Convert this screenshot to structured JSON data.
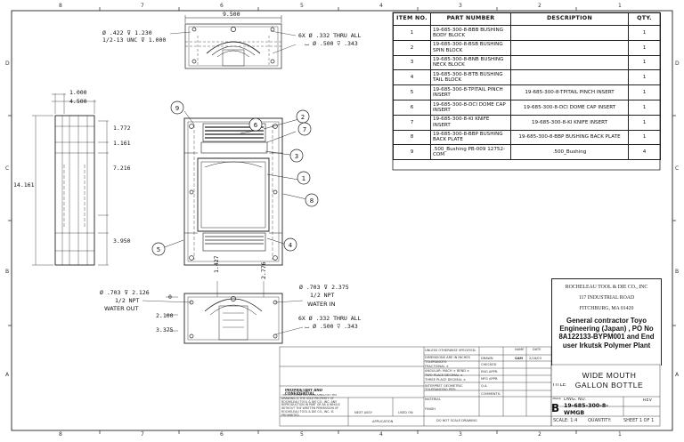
{
  "zones": {
    "top": [
      "8",
      "7",
      "6",
      "5",
      "4",
      "3",
      "2",
      "1"
    ],
    "side": [
      "D",
      "C",
      "B",
      "A"
    ]
  },
  "dims": {
    "top_width": "9.500",
    "hole_dia": "Ø .422 ⊽ 1.230",
    "hole_thread": "1/2-13 UNC ⊽ 1.000",
    "cbore_top": "6X Ø .332 THRU ALL",
    "cbore_top_spec": "⌴ Ø .500 ⊽ .343",
    "side_1000": "1.000",
    "side_4500": "4.500",
    "d1772": "1.772",
    "d1161": "1.161",
    "d7216": "7.216",
    "d14161": "14.161",
    "d3950": "3.950",
    "d1427": "1.427",
    "d2776": "2.776",
    "water_out_dia": "Ø .703 ⊽ 2.126",
    "water_out_npt": "1/2 NPT",
    "water_out": "WATER OUT",
    "d0": "0",
    "d2100": "2.100",
    "d3375": "3.375",
    "water_in_dia": "Ø .703 ⊽ 2.375",
    "water_in_npt": "1/2 NPT",
    "water_in": "WATER IN",
    "cbore_bot": "6X Ø .332 THRU ALL",
    "cbore_bot_spec": "⌴ Ø .500 ⊽ .343"
  },
  "balloons": [
    "1",
    "2",
    "3",
    "4",
    "5",
    "6",
    "7",
    "8",
    "9"
  ],
  "bom": {
    "headers": [
      "ITEM NO.",
      "PART NUMBER",
      "DESCRIPTION",
      "QTY."
    ],
    "rows": [
      {
        "item": "1",
        "part": "19-685-300-8-BBB BUSHING BODY BLOCK",
        "desc": "",
        "qty": "1"
      },
      {
        "item": "2",
        "part": "19-685-300-8-BSB BUSHING SPIN BLOCK",
        "desc": "",
        "qty": "1"
      },
      {
        "item": "3",
        "part": "19-685-300-8-BNB BUSHING NECK BLOCK",
        "desc": "",
        "qty": "1"
      },
      {
        "item": "4",
        "part": "19-685-300-8-BTB BUSHING TAIL BLOCK",
        "desc": "",
        "qty": "1"
      },
      {
        "item": "5",
        "part": "19-685-300-8-TPITAIL PINCH INSERT",
        "desc": "19-685-300-8-TPITAIL PINCH INSERT",
        "qty": "1"
      },
      {
        "item": "6",
        "part": "19-685-300-8-DCI DOME CAP INSERT",
        "desc": "19-685-300-8-DCI DOME CAP INSERT",
        "qty": "1"
      },
      {
        "item": "7",
        "part": "19-685-300-8-KI KNIFE INSERT",
        "desc": "19-685-300-8-KI KNIFE INSERT",
        "qty": "1"
      },
      {
        "item": "8",
        "part": "19-685-300-8-BBP BUSHING BACK PLATE",
        "desc": "19-685-300-8-BBP BUSHING BACK PLATE",
        "qty": "1"
      },
      {
        "item": "9",
        "part": ".500_Bushing PB-009 12752-COM",
        "desc": ".500_Bushing",
        "qty": "4"
      }
    ]
  },
  "company": {
    "name": "ROCHELEAU TOOL & DIE CO., INC",
    "addr1": "117 INDUSTRIAL ROAD",
    "addr2": "FITCHBURG, MA 01420",
    "description": "General contractor Toyo Engineering (Japan) , PO No 8A122133-BYPM001 and End user Irkutsk Polymer Plant"
  },
  "title_block": {
    "unless": "UNLESS OTHERWISE SPECIFIED:",
    "dims_in": "DIMENSIONS ARE IN INCHES",
    "tolerances": "TOLERANCES:",
    "fractional": "FRACTIONAL ±",
    "angular": "ANGULAR: MACH ±   BEND ±",
    "two_place": "TWO PLACE DECIMAL   ±",
    "three_place": "THREE PLACE DECIMAL   ±",
    "interpret": "INTERPRET GEOMETRIC TOLERANCING PER:",
    "material": "MATERIAL",
    "finish": "FINISH",
    "no_scale": "DO NOT SCALE DRAWING",
    "name_hdr": "NAME",
    "date_hdr": "DATE",
    "drawn": "DRAWN",
    "drawn_name": "SAM",
    "drawn_date": "2/18/03",
    "checked": "CHECKED",
    "eng_appr": "ENG APPR.",
    "mfg_appr": "MFG APPR.",
    "qa": "Q.A.",
    "comments": "COMMENTS:",
    "next_assy": "NEXT ASSY",
    "used_on": "USED ON",
    "application": "APPLICATION",
    "prop_title": "PROPRIETARY AND CONFIDENTIAL",
    "prop_text": "THE INFORMATION CONTAINED IN THIS DRAWING IS THE SOLE PROPERTY OF ROCHELEAU TOOL & DIE CO., INC. ANY REPRODUCTION IN PART OR AS A WHOLE WITHOUT THE WRITTEN PERMISSION OF ROCHELEAU TOOL & DIE CO., INC. IS PROHIBITED.",
    "title_label": "TITLE:",
    "title_line1": "WIDE MOUTH",
    "title_line2": "GALLON BOTTLE",
    "size_label": "SIZE",
    "size": "B",
    "dwg_label": "DWG.  NO.",
    "dwg_no": "19-685-300-8-WMGB",
    "rev_label": "REV",
    "scale": "SCALE: 1:4",
    "quantity": "QUANTITY:",
    "sheet": "SHEET 1 OF 1"
  }
}
